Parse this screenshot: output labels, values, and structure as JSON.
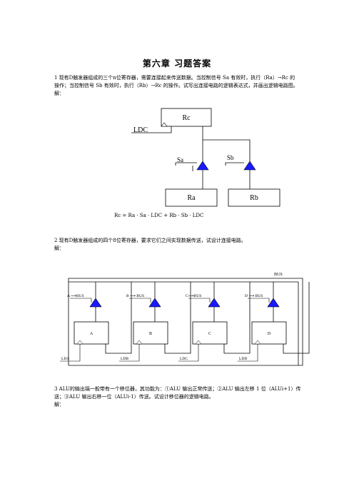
{
  "title": "第六章  习题答案",
  "q1": {
    "line1": "1  现有D触发器组成的三个n位寄存器，需要连接起来传送数据。当控制信号 Sa 有效时，执行（Ra）→Rc 的",
    "line2": "操作；当控制信号 Sb 有效时，执行（Rb）→Rc 的操作。试写出连接电路的逻辑表达式，并画出逻辑电路图。",
    "line3": "解：",
    "fig": {
      "rc": "Rc",
      "ra": "Ra",
      "rb": "Rb",
      "ldc": "LDC",
      "sa": "Sa",
      "sb": "Sb"
    },
    "formula": "Rc = Ra · Sa · LDC + Rb · Sb · LDC"
  },
  "q2": {
    "line1": "2  现有D触发器组成的四个8位寄存器，要求它们之间实现数据传送，试设计连接电路。",
    "line2": "解：",
    "fig": {
      "bus": "BUS",
      "regs": [
        "A",
        "B",
        "C",
        "D"
      ],
      "gates": [
        "A ⟶BUS",
        "B ⟶ BUS",
        "C⟶BUS",
        "D ⟶ BUS"
      ],
      "loads": [
        "LDA",
        "LDB",
        "LDC",
        "LDD"
      ]
    }
  },
  "q3": {
    "line1": "3  ALU的输出端一般带有一个移位器，其功能为：①ALU 输出正常传送；②ALU 输出左移 1 位（ALUi+1）传",
    "line2": "送；③ALU 输出右移一位（ALUi-1）传送。试设计移位器的逻辑电路。",
    "line3": "解："
  }
}
